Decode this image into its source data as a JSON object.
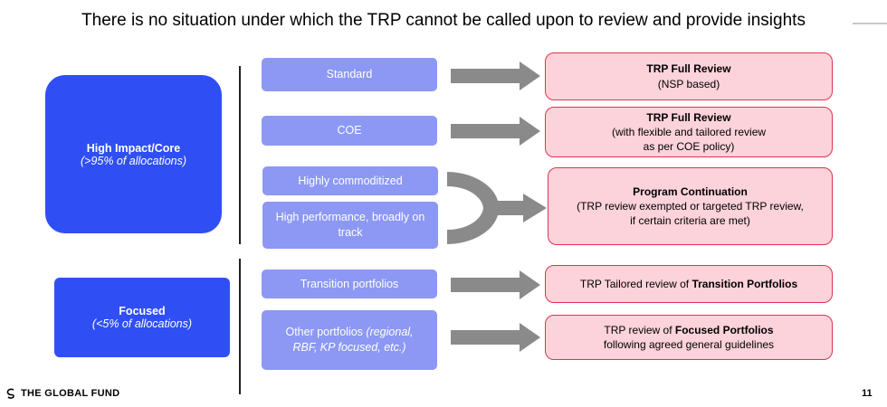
{
  "title": "There is no situation under which the TRP cannot be called upon to review and provide insights",
  "categories": [
    {
      "name": "High Impact/Core",
      "sub": "(>95% of allocations)"
    },
    {
      "name": "Focused",
      "sub": "(<5% of allocations)"
    }
  ],
  "portfolios": [
    {
      "label": "Standard"
    },
    {
      "label": "COE"
    },
    {
      "label": "Highly commoditized"
    },
    {
      "label": "High performance, broadly on track"
    },
    {
      "label": "Transition portfolios"
    },
    {
      "label_main": "Other portfolios ",
      "label_italic": "(regional, RBF, KP focused, etc.)"
    }
  ],
  "results": [
    {
      "bold": "TRP Full Review",
      "line2": "(NSP based)"
    },
    {
      "bold": "TRP Full Review",
      "line2": "(with flexible and tailored review",
      "line3": "as per COE policy)"
    },
    {
      "bold": "Program Continuation",
      "line2": "(TRP review exempted or targeted TRP review,",
      "line3": "if certain criteria are met)"
    },
    {
      "plain": "TRP Tailored review of ",
      "bold": "Transition Portfolios"
    },
    {
      "plain": "TRP review of ",
      "bold": "Focused Portfolios",
      "line2": "following agreed general guidelines"
    }
  ],
  "footer": {
    "logo_text": "THE GLOBAL FUND",
    "page_number": "11"
  },
  "colors": {
    "category_blue": "#2f4ff5",
    "pill_blue": "#8c98f3",
    "result_fill": "#fcd2db",
    "result_border": "#e0344f",
    "arrow_gray": "#8a8a8a"
  }
}
